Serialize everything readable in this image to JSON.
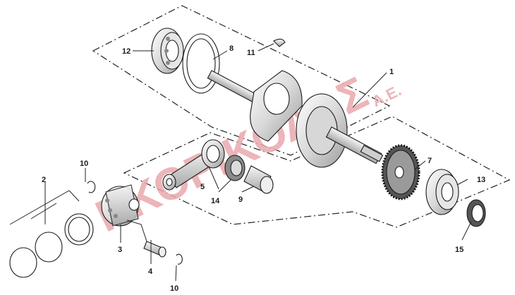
{
  "callouts": {
    "c1": "1",
    "c2": "2",
    "c3": "3",
    "c4": "4",
    "c5": "5",
    "c7": "7",
    "c8": "8",
    "c9": "9",
    "c10a": "10",
    "c10b": "10",
    "c11": "11",
    "c12": "12",
    "c13": "13",
    "c14": "14",
    "c15": "15"
  },
  "watermark": {
    "main": "ΠΚΟΡΙΚΟΛΑΣ",
    "suffix": "Α.Ε."
  },
  "colors": {
    "watermark": "#e9a9ad",
    "part_fill": "#f2f2f2",
    "part_dark": "#8a8a8a"
  }
}
